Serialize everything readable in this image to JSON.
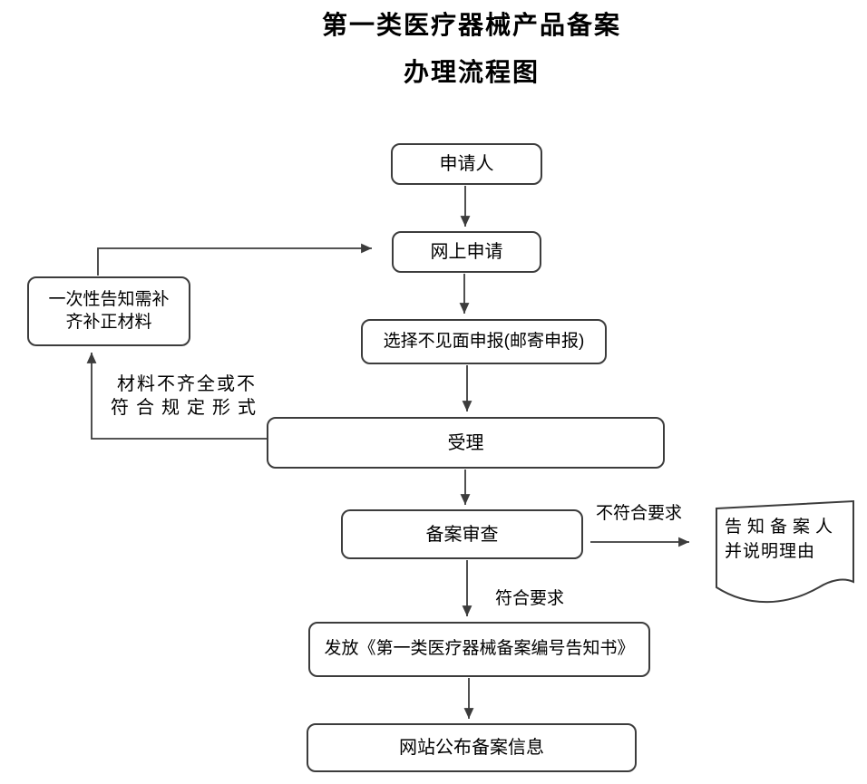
{
  "title": {
    "line1": "第一类医疗器械产品备案",
    "line2": "办理流程图"
  },
  "nodes": {
    "applicant": {
      "label": "申请人"
    },
    "online_application": {
      "label": "网上申请"
    },
    "choose_mode": {
      "label": "选择不见面申报(邮寄申报)"
    },
    "acceptance": {
      "label": "受理"
    },
    "review": {
      "label": "备案审查"
    },
    "issue_notice": {
      "label": "发放《第一类医疗器械备案编号告知书》"
    },
    "publish": {
      "label": "网站公布备案信息"
    },
    "onetime_notice": {
      "line1": "一次性告知需补",
      "line2": "齐补正材料"
    },
    "inform_filer": {
      "line1": "告知备案人",
      "line2": "并说明理由"
    }
  },
  "edge_labels": {
    "not_meet": "不符合要求",
    "meet": "符合要求",
    "incomplete_line1": "材料不齐全或不",
    "incomplete_line2": "符合规定形式"
  },
  "colors": {
    "stroke": "#3c3c3c",
    "text": "#000000",
    "background": "#ffffff"
  }
}
